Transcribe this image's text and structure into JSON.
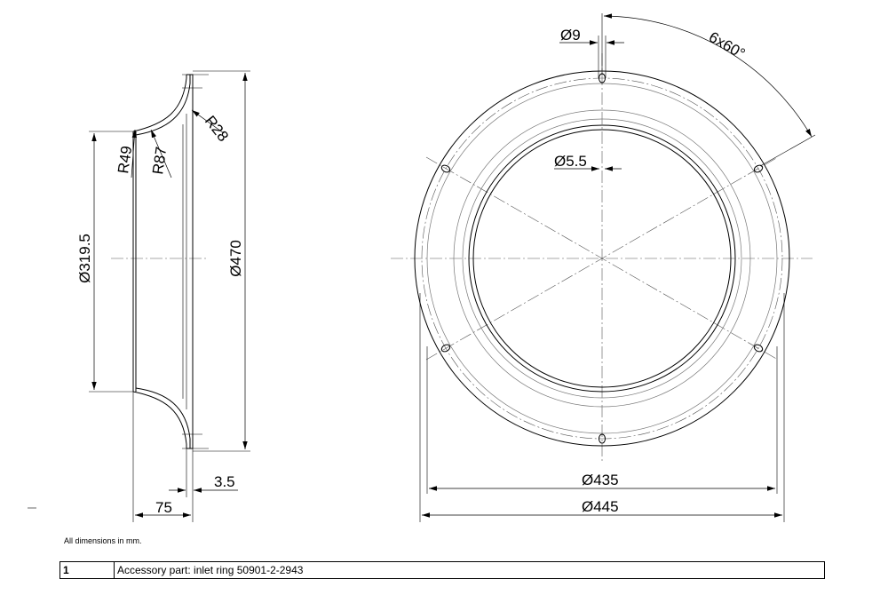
{
  "dimensions": {
    "left": {
      "r49": "R49",
      "r87": "R87",
      "r28": "R28",
      "d319": "Ø319.5",
      "d470": "Ø470",
      "t35": "3.5",
      "w75": "75"
    },
    "right": {
      "d9": "Ø9",
      "angle": "6x60°",
      "d55": "Ø5.5",
      "d435": "Ø435",
      "d445": "Ø445"
    }
  },
  "note": "All dimensions in mm.",
  "parts_table": {
    "rows": [
      {
        "pos": "1",
        "description": "Accessory part: inlet ring 50901-2-2943"
      }
    ]
  }
}
